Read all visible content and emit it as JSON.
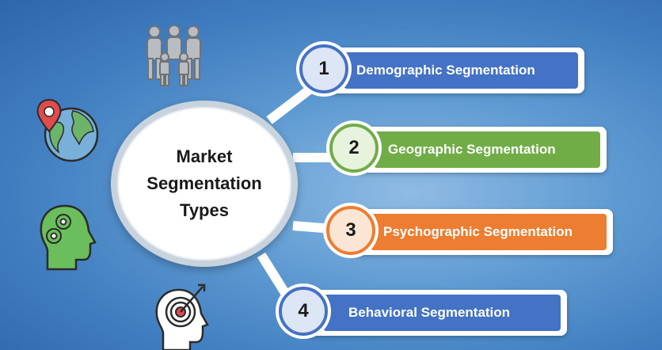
{
  "hub": {
    "lines": [
      "Market",
      "Segmentation",
      "Types"
    ]
  },
  "segments": [
    {
      "number": "1",
      "label": "Demographic Segmentation",
      "color": "#4472c4",
      "ring": "#4472c4",
      "numbg": "#dde6f4"
    },
    {
      "number": "2",
      "label": "Geographic Segmentation",
      "color": "#70ad47",
      "ring": "#70ad47",
      "numbg": "#e8f3dd"
    },
    {
      "number": "3",
      "label": "Psychographic Segmentation",
      "color": "#ed7d31",
      "ring": "#ed7d31",
      "numbg": "#fbe6d6"
    },
    {
      "number": "4",
      "label": "Behavioral Segmentation",
      "color": "#4472c4",
      "ring": "#4472c4",
      "numbg": "#dde6f4"
    }
  ],
  "icons": [
    "people-group-icon",
    "globe-location-icon",
    "head-gears-icon",
    "head-target-icon"
  ]
}
